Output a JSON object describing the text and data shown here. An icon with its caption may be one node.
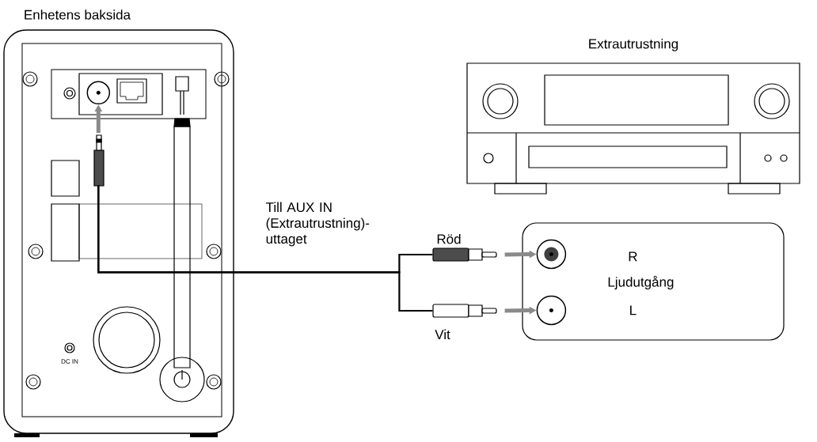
{
  "diagram": {
    "nodes": [
      {
        "text": [
          "Enhetens baksida"
        ]
      },
      {
        "text": [],
        "shape": "circle",
        "in": 0
      },
      {
        "text": [
          "Extrautrustning"
        ]
      },
      {
        "text": [
          "R",
          "Ljudutgång",
          "L"
        ]
      },
      {
        "text": [],
        "shape": "circle",
        "in": 3
      },
      {
        "text": [],
        "shape": "circle",
        "in": 3
      },
      {
        "text": [],
        "shape": "plug",
        "beside": [
          "Röd"
        ]
      },
      {
        "text": [],
        "shape": "plug",
        "beside": [
          "Vit"
        ]
      },
      {
        "text": [],
        "shape": "plug",
        "in": 0
      }
    ],
    "edges": [
      {
        "from": 8,
        "to": 1,
        "arrow": "to"
      },
      {
        "from": 8,
        "to": 6,
        "arrow": "none",
        "color": "#000000"
      },
      {
        "from": 8,
        "to": 7,
        "arrow": "none",
        "color": "#000000"
      },
      {
        "from": 6,
        "to": 4,
        "arrow": "to"
      },
      {
        "from": 7,
        "to": 5,
        "arrow": "to"
      }
    ],
    "labels": [
      "Till AUX IN (Extrautrustning)- uttaget",
      "DC IN"
    ]
  }
}
